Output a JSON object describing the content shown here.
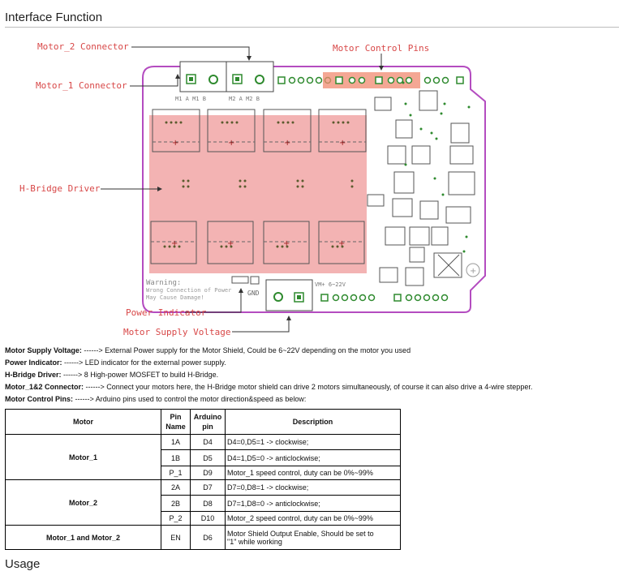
{
  "heading": "Interface Function",
  "callouts": {
    "motor2_connector": "Motor_2 Connector",
    "motor1_connector": "Motor_1 Connector",
    "motor_control_pins": "Motor Control Pins",
    "h_bridge_driver": "H-Bridge Driver",
    "power_indicator": "Power Indicator",
    "motor_supply_voltage": "Motor Supply Voltage"
  },
  "board": {
    "warning_title": "Warning:",
    "warning_line1": "Wrong Connection of Power",
    "warning_line2": "May Cause Damage!",
    "vm_label": "VM+ 6~22V",
    "gnd_label": "GND",
    "m1_label": "M1 A  M1 B",
    "m2_label": "M2 A  M2 B"
  },
  "descriptions": [
    {
      "term": "Motor Supply Voltage:",
      "text": " ------> External Power supply for the Motor Shield, Could be 6~22V depending on the motor you used"
    },
    {
      "term": "Power Indicator:",
      "text": " ------> LED indicator for the external power supply."
    },
    {
      "term": "H-Bridge Driver:",
      "text": " ------> 8 High-power MOSFET to build H-Bridge."
    },
    {
      "term": "Motor_1&2 Connector:",
      "text": " ------> Connect your motors here, the H-Bridge motor shield can drive 2 motors simultaneously, of course it can also drive a 4-wire stepper."
    },
    {
      "term": "Motor Control Pins:",
      "text": " ------> Arduino pins used to control the motor direction&speed as below:"
    }
  ],
  "table": {
    "headers": {
      "motor": "Motor",
      "pin_name_1": "Pin",
      "pin_name_2": "Name",
      "arduino_1": "Arduino",
      "arduino_2": "pin",
      "description": "Description"
    },
    "groups": [
      {
        "motor": "Motor_1",
        "rows": [
          {
            "pin": "1A",
            "arduino": "D4",
            "desc": "D4=0,D5=1 -> clockwise;"
          },
          {
            "pin": "1B",
            "arduino": "D5",
            "desc": "D4=1,D5=0 -> anticlockwise;"
          },
          {
            "pin": "P_1",
            "arduino": "D9",
            "desc": "Motor_1 speed control, duty can be 0%~99%"
          }
        ]
      },
      {
        "motor": "Motor_2",
        "rows": [
          {
            "pin": "2A",
            "arduino": "D7",
            "desc": "D7=0,D8=1 -> clockwise;"
          },
          {
            "pin": "2B",
            "arduino": "D8",
            "desc": "D7=1,D8=0 -> anticlockwise;"
          },
          {
            "pin": "P_2",
            "arduino": "D10",
            "desc": "Motor_2 speed control, duty can be 0%~99%"
          }
        ]
      },
      {
        "motor": "Motor_1 and Motor_2",
        "rows": [
          {
            "pin": "EN",
            "arduino": "D6",
            "desc_line1": "Motor Shield Output Enable, Should be set to",
            "desc_line2": "\"1\" while working"
          }
        ]
      }
    ]
  },
  "next_heading": "Usage",
  "colors": {
    "callout": "#d84848",
    "board_outline": "#b44cc0",
    "highlight": "#f0a0a0",
    "pin_highlight": "#f08a70"
  }
}
